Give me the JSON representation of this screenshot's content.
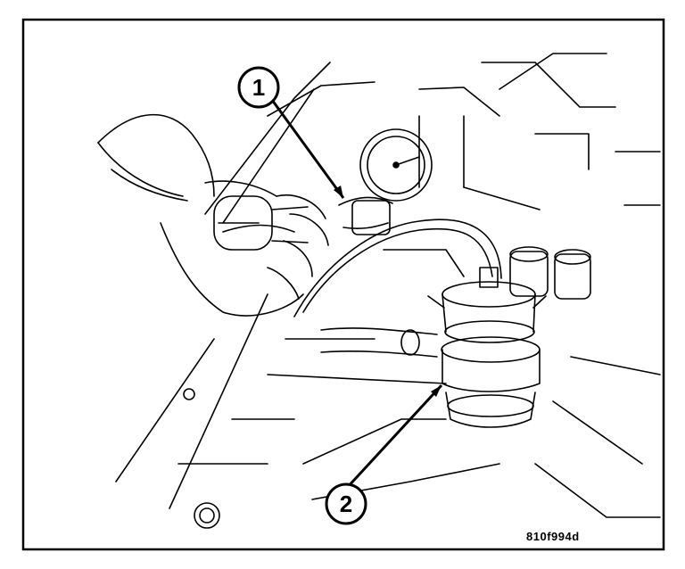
{
  "figure": {
    "code": "810f994d",
    "callouts": [
      {
        "number": "1"
      },
      {
        "number": "2"
      }
    ]
  },
  "colors": {
    "ink": "#000000",
    "paper": "#ffffff"
  }
}
